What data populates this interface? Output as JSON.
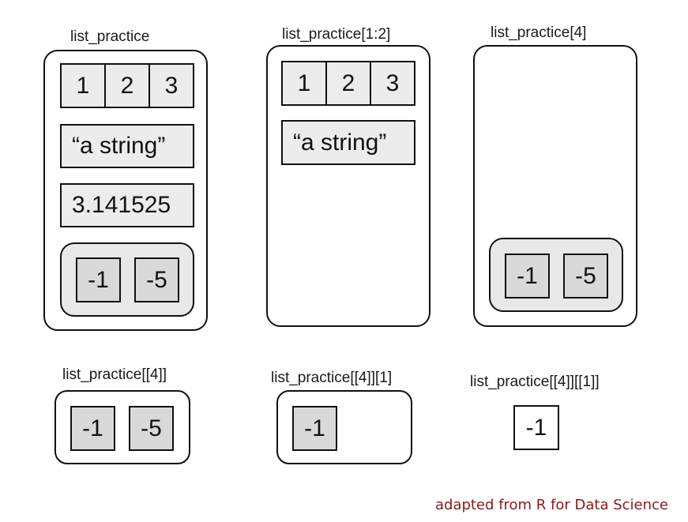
{
  "panels": {
    "full": {
      "caption": "list_practice",
      "vector": [
        "1",
        "2",
        "3"
      ],
      "string": "“a string”",
      "number": "3.141525",
      "nested": [
        "-1",
        "-5"
      ]
    },
    "slice": {
      "caption": "list_practice[1:2]",
      "vector": [
        "1",
        "2",
        "3"
      ],
      "string": "“a string”"
    },
    "single_bracket": {
      "caption": "list_practice[4]",
      "nested": [
        "-1",
        "-5"
      ]
    },
    "double_bracket": {
      "caption": "list_practice[[4]]",
      "values": [
        "-1",
        "-5"
      ]
    },
    "double_single": {
      "caption": "list_practice[[4]][1]",
      "values": [
        "-1"
      ]
    },
    "double_double": {
      "caption": "list_practice[[4]][[1]]",
      "value": "-1"
    }
  },
  "credit": "adapted from R for Data Science",
  "colors": {
    "credit_text": "#8b1a1a",
    "cell_fill": "#ececec",
    "number_fill": "#d9d9d9"
  }
}
